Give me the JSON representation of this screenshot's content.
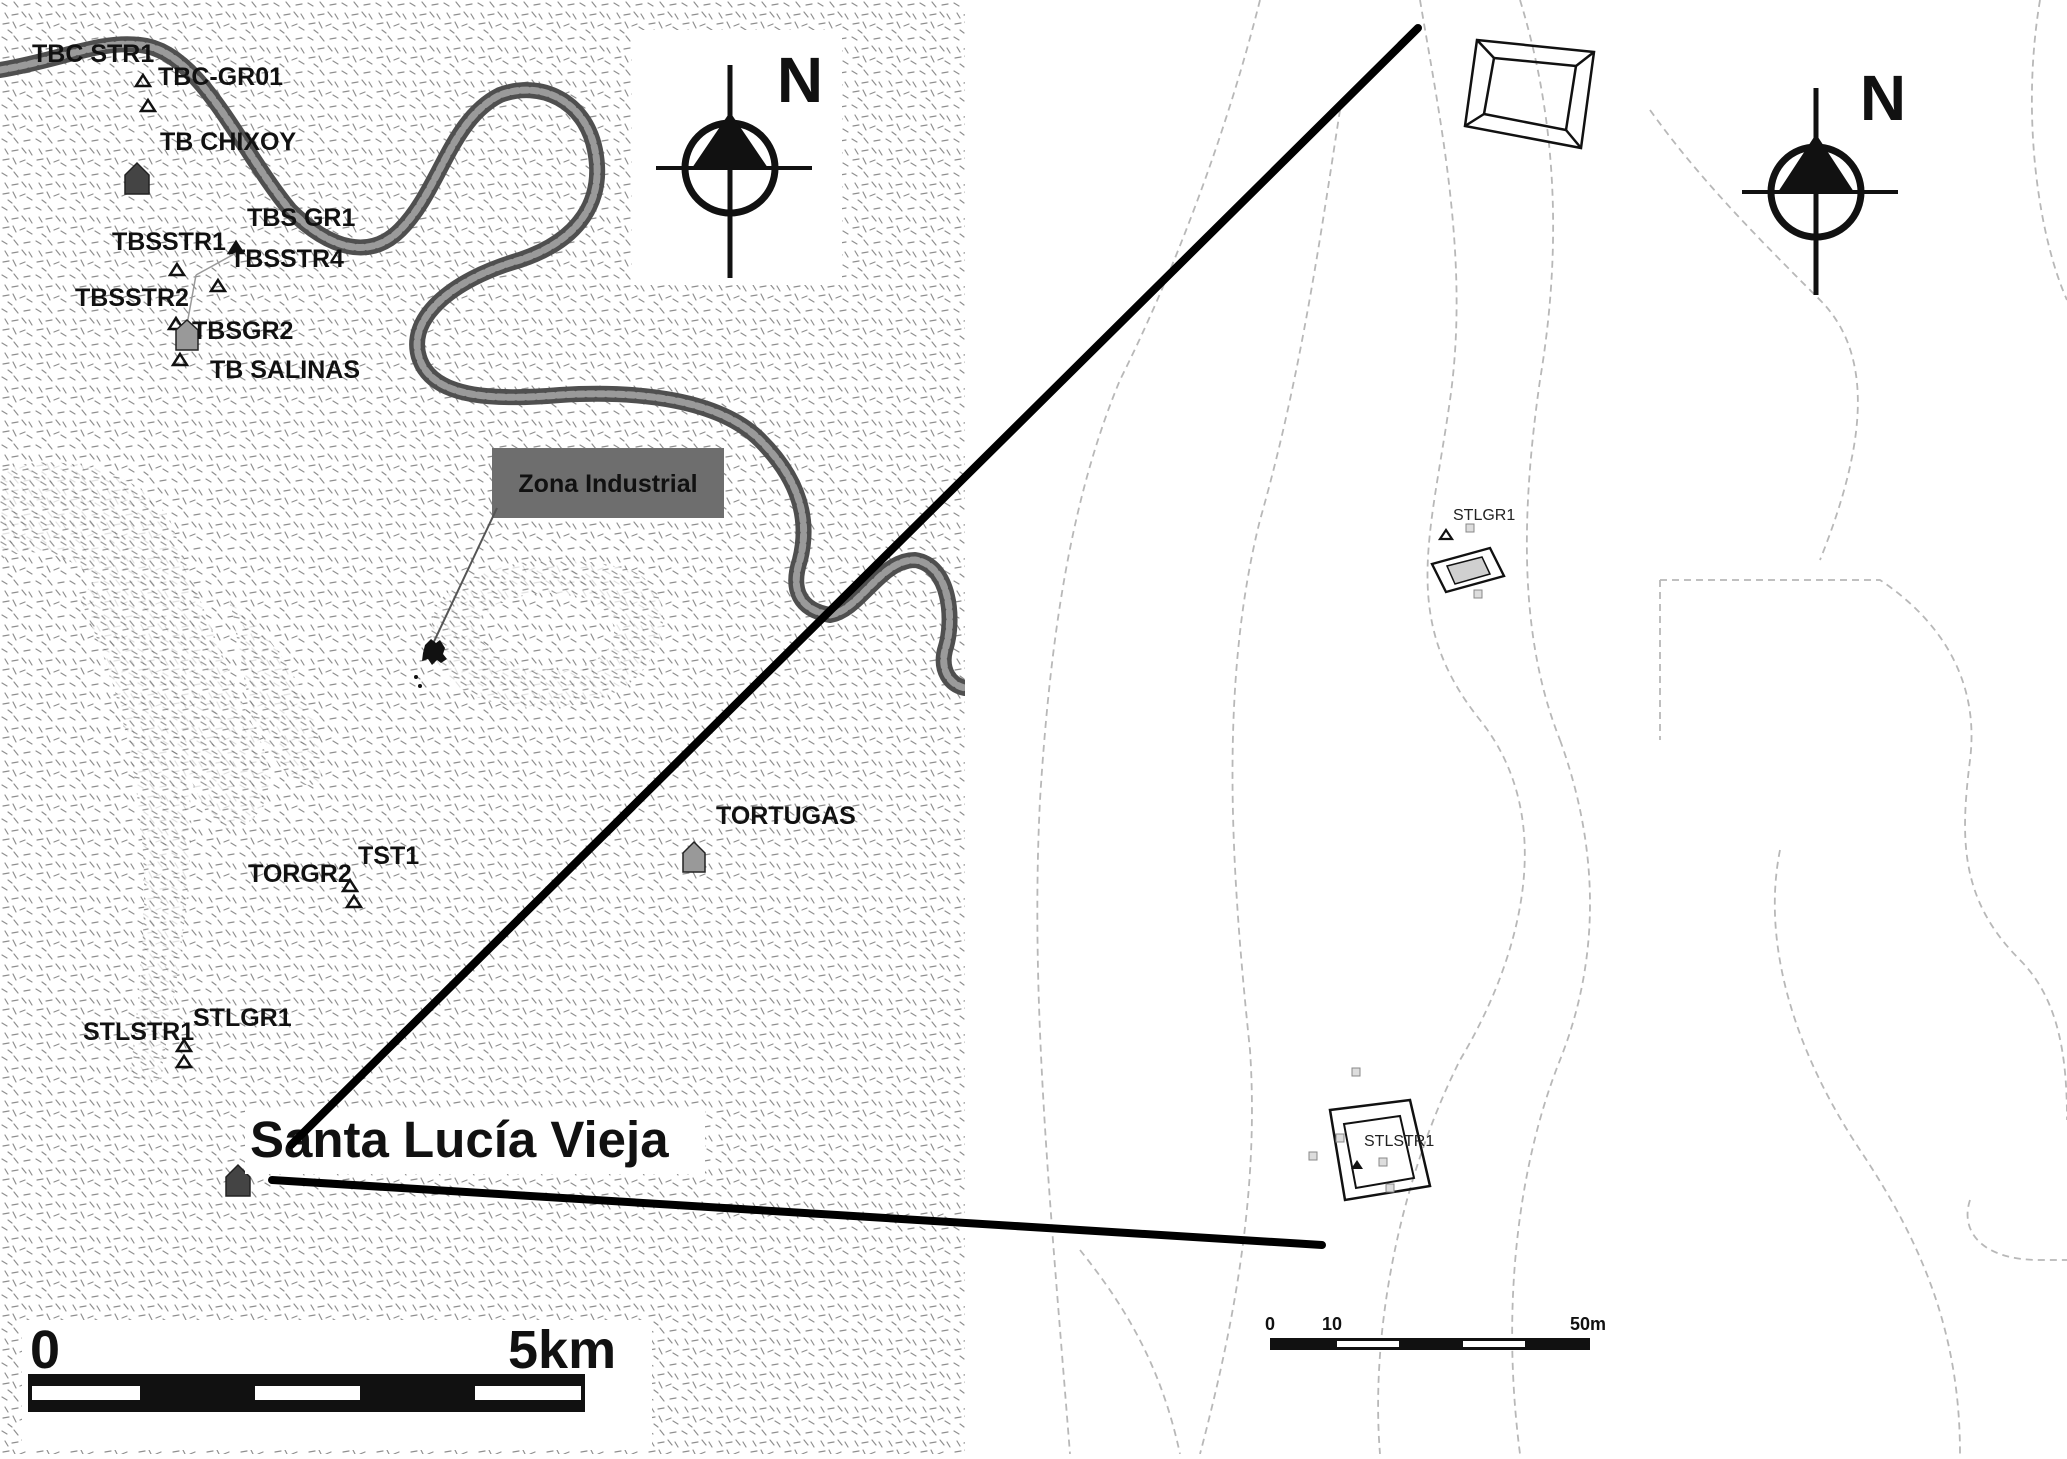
{
  "regional_map": {
    "sites": {
      "tbc_str1": "TBC STR1",
      "tbc_gr01": "TBC-GR01",
      "tb_chixoy": "TB CHIXOY",
      "tbs_gr1": "TBS GR1",
      "tbsstr1": "TBSSTR1",
      "tbsstr4": "TBSSTR4",
      "tbsstr2": "TBSSTR2",
      "tbsgr2": "TBSGR2",
      "tb_salinas": "TB SALINAS",
      "torgr2": "TORGR2",
      "tst1": "TST1",
      "tortugas": "TORTUGAS",
      "stlstr1": "STLSTR1",
      "stlgr1": "STLGR1"
    },
    "zone_label": "Zona Industrial",
    "town_label": "Santa Lucía Vieja",
    "north_label": "N",
    "scale": {
      "start": "0",
      "end": "5km"
    }
  },
  "detail_map": {
    "sites": {
      "stlgr1": "STLGR1",
      "stlstr1": "STLSTR1"
    },
    "north_label": "N",
    "scale": {
      "start": "0",
      "mid": "10",
      "end": "50m"
    }
  },
  "colors": {
    "river": "#555555",
    "terrain_texture": "#9a9a9a",
    "zone_box": "#6e6e6e",
    "connector": "#000000"
  }
}
